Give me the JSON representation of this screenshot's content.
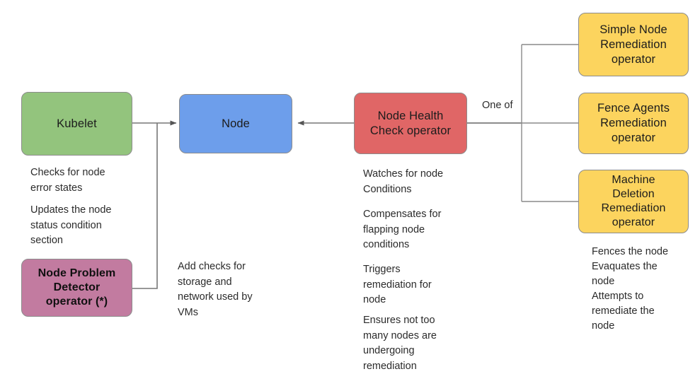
{
  "diagram": {
    "title": "Node remediation operators flow",
    "type": "flowchart",
    "colors": {
      "kubelet_fill": "#93c47d",
      "node_fill": "#6d9eeb",
      "node_health_check_fill": "#e06666",
      "node_problem_detector_fill": "#c27ba0",
      "remediation_fill": "#fcd45e",
      "connector_stroke": "#666666",
      "box_border": "#8c8c8c",
      "text": "#1c1c1c"
    },
    "nodes": {
      "kubelet": "Kubelet",
      "node": "Node",
      "node_health_check": "Node Health\nCheck operator",
      "node_problem_detector": "Node Problem\nDetector\noperator (*)",
      "simple_node_remediation": "Simple Node\nRemediation\noperator",
      "fence_agents_remediation": "Fence Agents\nRemediation\noperator",
      "machine_deletion_remediation": "Machine\nDeletion\nRemediation\noperator"
    },
    "notes": {
      "kubelet_1": "Checks for node\nerror states",
      "kubelet_2": "Updates the node\nstatus condition\nsection",
      "node_problem_detector_1": "Add checks for\nstorage and\nnetwork used by\nVMs",
      "node_health_check_1": "Watches for node\nConditions",
      "node_health_check_2": "Compensates for\nflapping node\nconditions",
      "node_health_check_3": "Triggers\nremediation for\nnode",
      "node_health_check_4": "Ensures not too\nmany nodes are\nundergoing\nremediation",
      "remediation_outcomes": "Fences the node\nEvaquates the\nnode\nAttempts to\nremediate the\nnode"
    },
    "edge_labels": {
      "one_of": "One of"
    }
  }
}
